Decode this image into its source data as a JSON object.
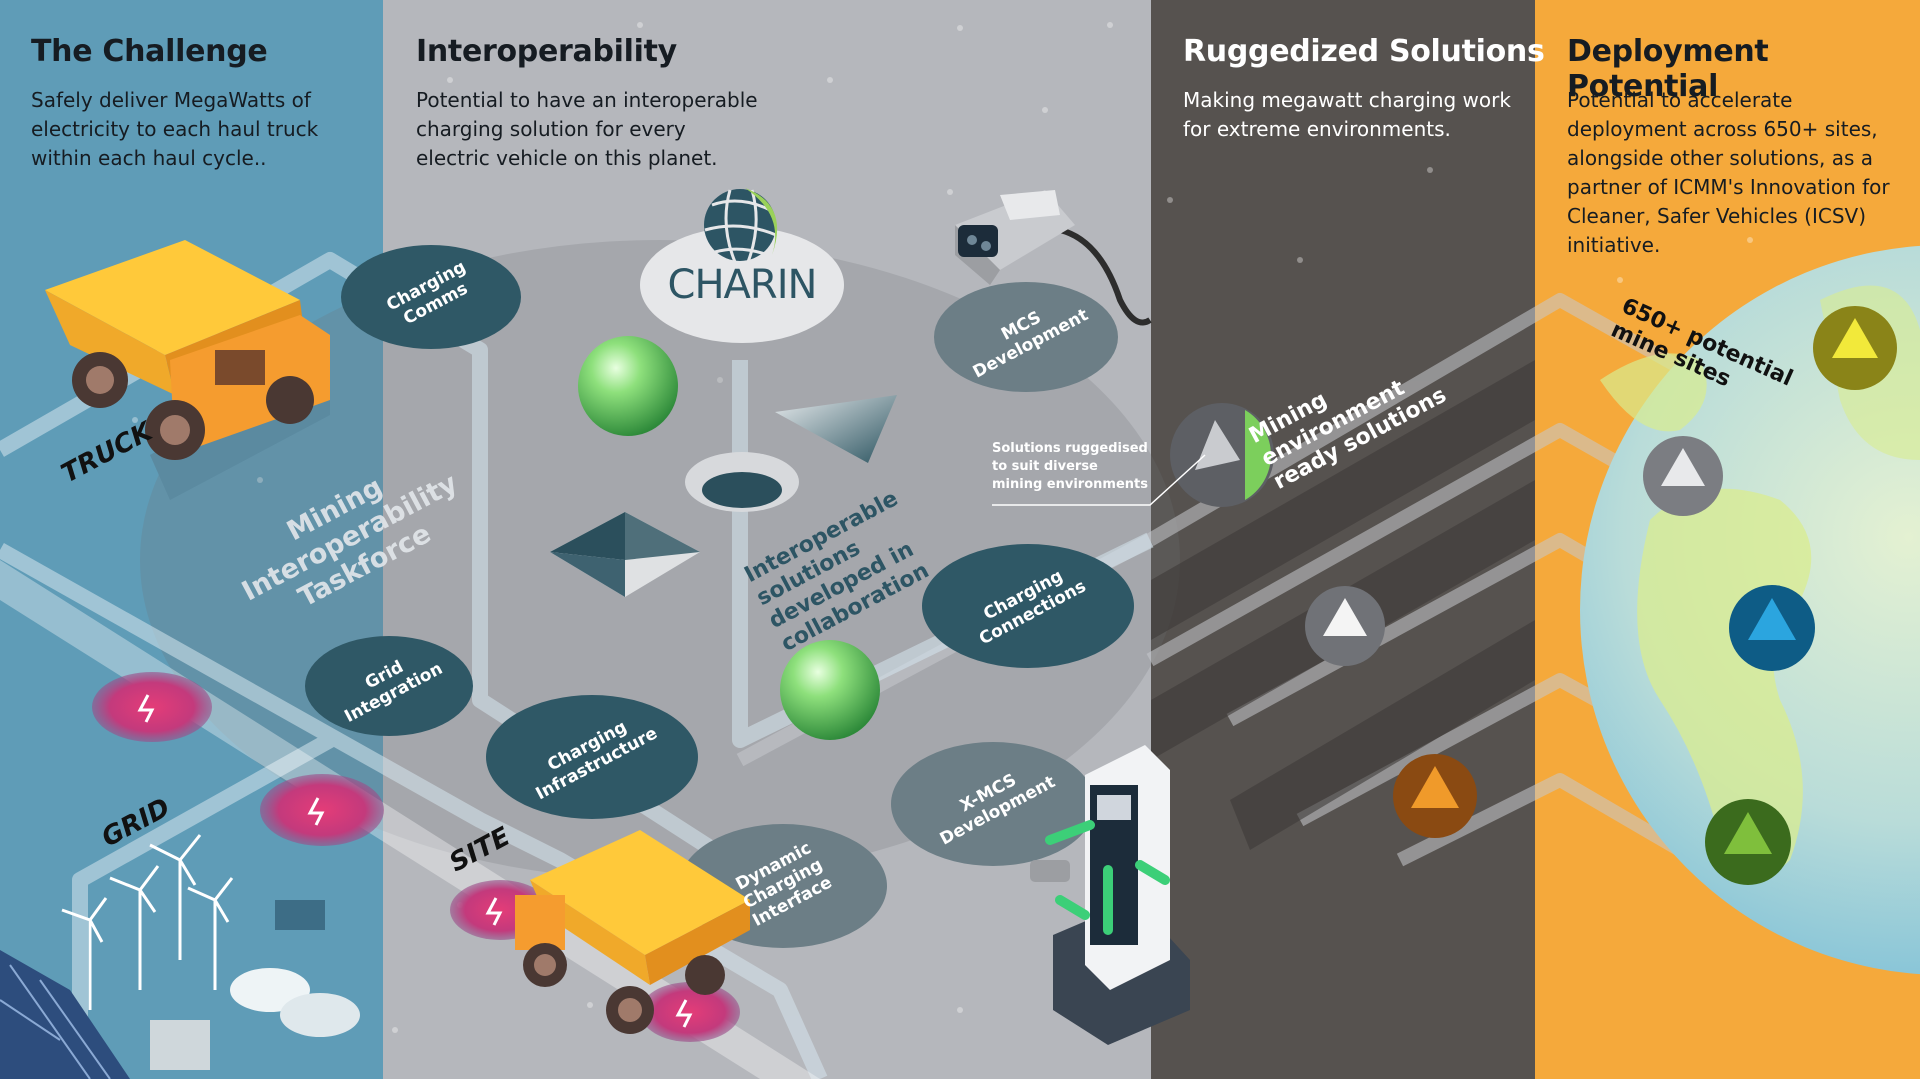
{
  "panels": [
    {
      "title": "The Challenge",
      "lines": [
        "Safely deliver MegaWatts of",
        "electricity to each haul truck",
        "within each haul cycle.."
      ],
      "color": "#5f9cb7"
    },
    {
      "title": "Interoperability",
      "lines": [
        "Potential to have an interoperable",
        "charging solution for every",
        "electric vehicle on this planet."
      ],
      "color": "#b5b7bc"
    },
    {
      "title": "Ruggedized Solutions",
      "lines": [
        "Making megawatt charging work",
        "for extreme environments."
      ],
      "color": "#56524f"
    },
    {
      "title": "Deployment Potential",
      "lines": [
        "Potential to accelerate",
        "deployment across 650+ sites,",
        "alongside other solutions, as a",
        "partner of ICMM's Innovation for",
        "Cleaner, Safer Vehicles (ICSV)",
        "initiative."
      ],
      "color": "#f5a93b"
    }
  ],
  "logo": {
    "text": "CHARIN"
  },
  "labels": {
    "truck": "TRUCK",
    "grid": "GRID",
    "site": "SITE",
    "taskforce": [
      "Mining",
      "Interoperability",
      "Taskforce"
    ],
    "interop": [
      "Interoperable",
      "solutions",
      "developed in",
      "collaboration"
    ],
    "mining_ready": [
      "Mining",
      "environment",
      "ready solutions"
    ],
    "potential_sites": [
      "650+ potential",
      "mine sites"
    ],
    "callout": [
      "Solutions ruggedised",
      "to suit diverse",
      "mining environments"
    ]
  },
  "nodes": [
    {
      "lines": [
        "Charging",
        "Comms"
      ]
    },
    {
      "lines": [
        "MCS",
        "Development"
      ]
    },
    {
      "lines": [
        "Charging",
        "Connections"
      ]
    },
    {
      "lines": [
        "Grid",
        "Integration"
      ]
    },
    {
      "lines": [
        "Charging",
        "Infrastructure"
      ]
    },
    {
      "lines": [
        "Dynamic",
        "Charging",
        "Interface"
      ]
    },
    {
      "lines": [
        "X-MCS",
        "Development"
      ]
    }
  ],
  "colors": {
    "node_fill": "#2f5866",
    "node_fill_light": "#6c7e86",
    "sphere_green": "#56c24f",
    "pink_pad": "#e43c78",
    "road_dark": "#3e3a38"
  }
}
